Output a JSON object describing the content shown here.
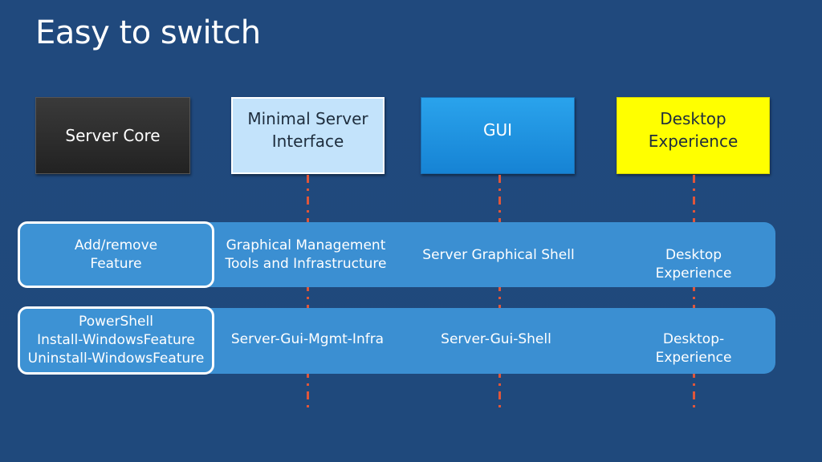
{
  "title": "Easy to switch",
  "modes": [
    {
      "label": "Server Core",
      "color": "#2b2b2b"
    },
    {
      "label": "Minimal Server\nInterface",
      "color": "#c3e3fb"
    },
    {
      "label": "GUI",
      "color": "#1f95e2"
    },
    {
      "label": "Desktop\nExperience",
      "color": "#ffff00"
    }
  ],
  "rows": [
    {
      "method": "Add/remove\nFeature",
      "cells": [
        "Graphical Management\nTools and Infrastructure",
        "Server Graphical Shell",
        "Desktop Experience"
      ]
    },
    {
      "method": "PowerShell\nInstall-WindowsFeature\nUninstall-WindowsFeature",
      "cells": [
        "Server-Gui-Mgmt-Infra",
        "Server-Gui-Shell",
        "Desktop-Experience"
      ]
    }
  ],
  "colors": {
    "background": "#1f4a7e",
    "band": "#3b8fd2",
    "divider": "#e0563a"
  }
}
